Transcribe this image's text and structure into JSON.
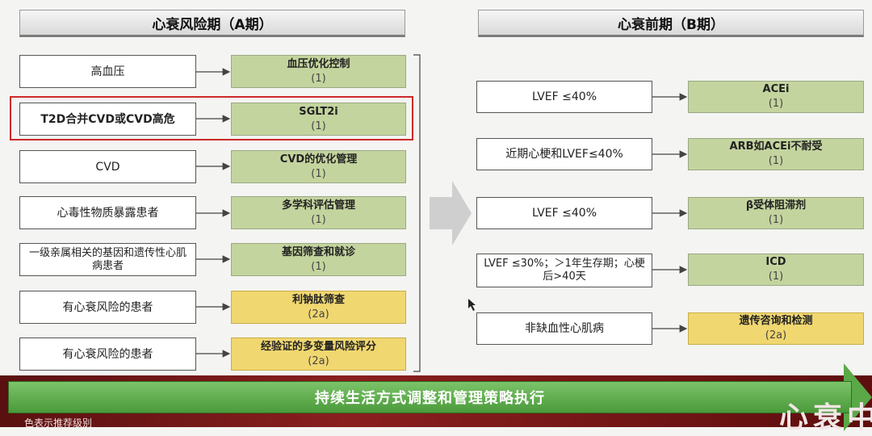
{
  "headers": {
    "stage_a": "心衰风险期（A期）",
    "stage_b": "心衰前期（B期）"
  },
  "stage_a_rows": [
    {
      "condition": "高血压",
      "recommendation": "血压优化控制",
      "level": "(1)",
      "color": "green"
    },
    {
      "condition": "T2D合并CVD或CVD高危",
      "recommendation": "SGLT2i",
      "level": "(1)",
      "color": "green"
    },
    {
      "condition": "CVD",
      "recommendation": "CVD的优化管理",
      "level": "(1)",
      "color": "green"
    },
    {
      "condition": "心毒性物质暴露患者",
      "recommendation": "多学科评估管理",
      "level": "(1)",
      "color": "green"
    },
    {
      "condition": "一级亲属相关的基因和遗传性心肌病患者",
      "recommendation": "基因筛查和就诊",
      "level": "(1)",
      "color": "green"
    },
    {
      "condition": "有心衰风险的患者",
      "recommendation": "利钠肽筛查",
      "level": "(2a)",
      "color": "yellow"
    },
    {
      "condition": "有心衰风险的患者",
      "recommendation": "经验证的多变量风险评分",
      "level": "(2a)",
      "color": "yellow"
    }
  ],
  "stage_b_rows": [
    {
      "condition": "LVEF ≤40%",
      "recommendation": "ACEi",
      "level": "(1)",
      "color": "green"
    },
    {
      "condition": "近期心梗和LVEF≤40%",
      "recommendation": "ARB如ACEi不耐受",
      "level": "(1)",
      "color": "green"
    },
    {
      "condition": "LVEF ≤40%",
      "recommendation": "β受体阻滞剂",
      "level": "(1)",
      "color": "green"
    },
    {
      "condition": "LVEF ≤30%；＞1年生存期；心梗后>40天",
      "recommendation": "ICD",
      "level": "(1)",
      "color": "green"
    },
    {
      "condition": "非缺血性心肌病",
      "recommendation": "遗传咨询和检测",
      "level": "(2a)",
      "color": "yellow"
    }
  ],
  "bottom_banner": "持续生活方式调整和管理策略执行",
  "bottom_note": "色表示推荐级别",
  "corner_text": "心衰中",
  "colors": {
    "green": "#c4d49e",
    "yellow": "#f0d770",
    "highlight": "#cc2a2a",
    "banner": "#4a9a3a"
  }
}
